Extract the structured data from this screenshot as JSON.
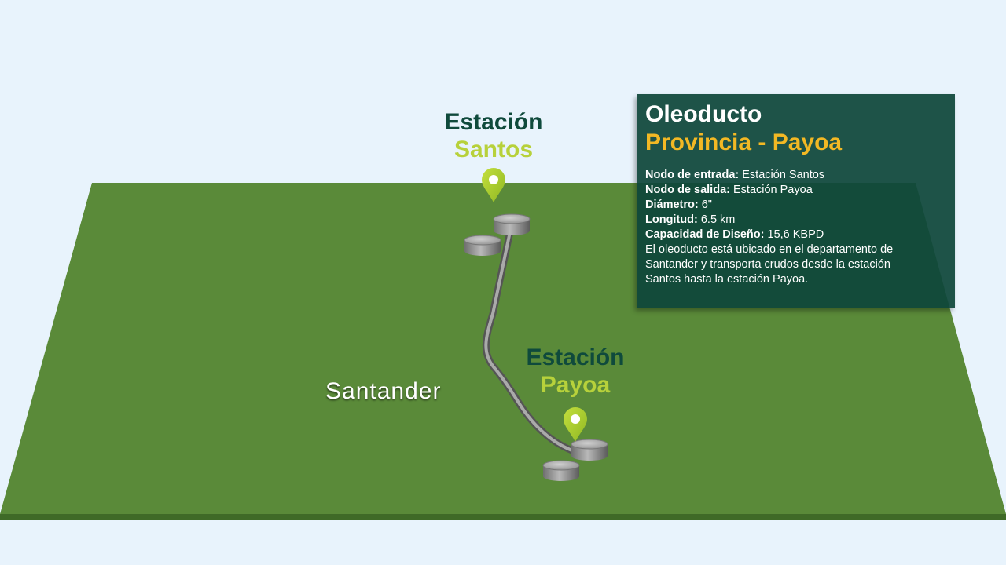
{
  "stations": {
    "origin": {
      "line1": "Estación",
      "line2": "Santos",
      "pin_icon": "location-pin-icon"
    },
    "destination": {
      "line1": "Estación",
      "line2": "Payoa",
      "pin_icon": "location-pin-icon"
    }
  },
  "region_label": "Santander",
  "panel": {
    "title": "Oleoducto",
    "subtitle": "Provincia - Payoa",
    "rows": [
      {
        "label": "Nodo de entrada:",
        "value": " Estación Santos"
      },
      {
        "label": "Nodo de salida:",
        "value": " Estación Payoa"
      },
      {
        "label": "Diámetro:",
        "value": " 6\""
      },
      {
        "label": "Longitud:",
        "value": " 6.5 km"
      },
      {
        "label": "Capacidad de Diseño:",
        "value": " 15,6 KBPD"
      }
    ],
    "description": "El oleoducto está ubicado en el departamento de Santander y transporta crudos desde la estación Santos hasta la estación Payoa."
  },
  "colors": {
    "background": "#e8f3fc",
    "terrain": "#5a8a39",
    "panel": "#0e463a",
    "station_name": "#b7d13b",
    "station_prefix": "#0f4a3c",
    "subtitle": "#f2b824",
    "pin": "#a9cc2c"
  }
}
